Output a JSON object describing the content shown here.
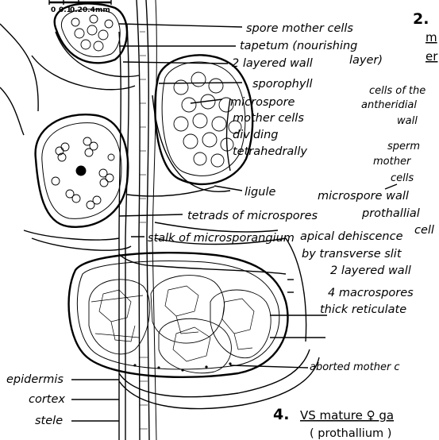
{
  "scale_bar": {
    "ticks": [
      "0",
      "0.1",
      "0.2",
      "0.4mm"
    ]
  },
  "labels": {
    "spore_mother_cells": "spore mother cells",
    "tapetum_1": "tapetum (nourishing",
    "tapetum_2": "layer)",
    "wall_2_layered": "2 layered wall",
    "sporophyll": "sporophyll",
    "microspore_mother_cells_1": "microspore",
    "microspore_mother_cells_2": "mother cells",
    "microspore_mother_cells_3": "dividing",
    "microspore_mother_cells_4": "tetrahedrally",
    "ligule": "ligule",
    "tetrads": "tetrads of microspores",
    "stalk": "stalk of microsporangium",
    "antheridial_1": "cells of the",
    "antheridial_2": "antheridial",
    "antheridial_3": "wall",
    "sperm_1": "sperm",
    "sperm_2": "mother",
    "sperm_3": "cells",
    "microspore_wall": "microspore wall",
    "prothallial_1": "prothallial",
    "prothallial_2": "cell",
    "apical_1": "apical dehiscence",
    "apical_2": "by transverse slit",
    "wall_2_layered_b": "2 layered wall",
    "macrospores_1": "4 macrospores",
    "macrospores_2": "thick reticulate",
    "aborted": "aborted mother c",
    "epidermis": "epidermis",
    "cortex": "cortex",
    "stele": "stele"
  },
  "headings": {
    "h2_num": "2.",
    "h2_line1": "m",
    "h2_line2": "er",
    "h4_num": "4.",
    "h4_text": "VS mature ♀ ga",
    "h4_sub": "( prothallium )"
  }
}
